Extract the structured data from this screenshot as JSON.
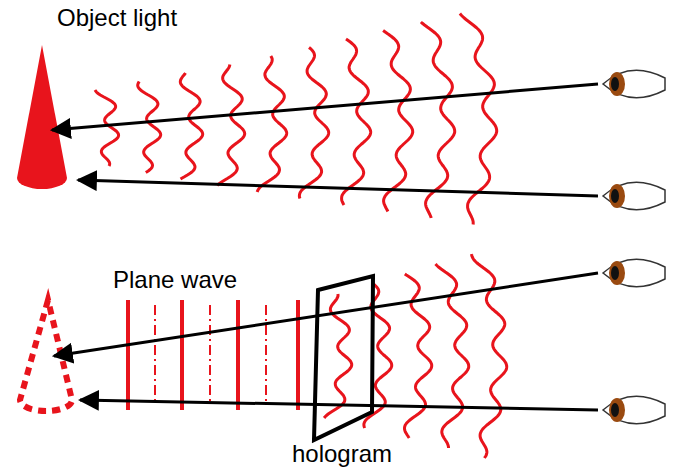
{
  "diagram": {
    "labels": [
      "Object light",
      "Plane wave",
      "hologram"
    ]
  }
}
